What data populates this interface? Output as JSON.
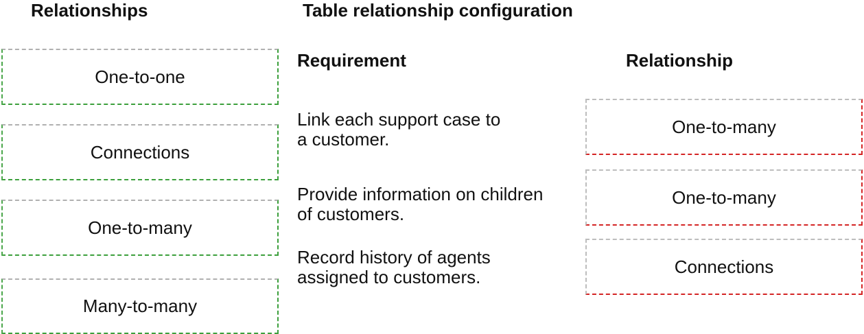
{
  "headings": {
    "relationships": "Relationships",
    "config": "Table relationship configuration",
    "requirement": "Requirement",
    "relationship": "Relationship"
  },
  "options": [
    {
      "label": "One-to-one"
    },
    {
      "label": "Connections"
    },
    {
      "label": "One-to-many"
    },
    {
      "label": "Many-to-many"
    }
  ],
  "requirements": [
    {
      "line1": "Link each support case to",
      "line2": "a customer."
    },
    {
      "line1": "Provide information on children",
      "line2": "of customers."
    },
    {
      "line1": "Record history of agents",
      "line2": "assigned to customers."
    }
  ],
  "answers": [
    {
      "label": "One-to-many"
    },
    {
      "label": "One-to-many"
    },
    {
      "label": "Connections"
    }
  ],
  "colors": {
    "option_border": "#3c9f3c",
    "answer_border": "#d42424"
  }
}
